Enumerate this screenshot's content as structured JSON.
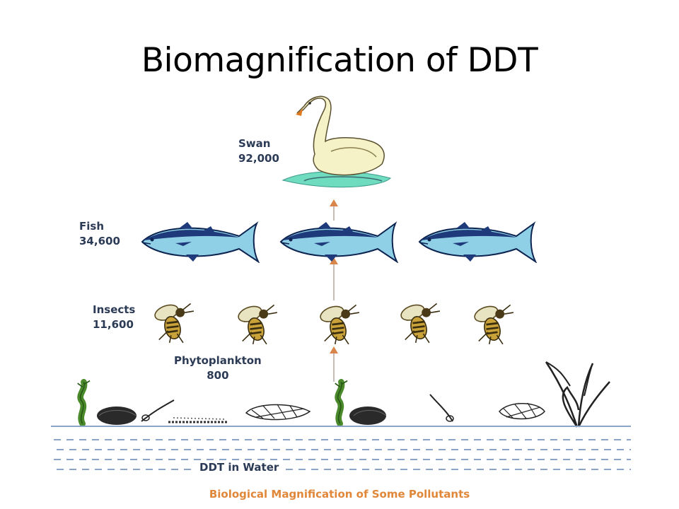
{
  "title": "Biomagnification of DDT",
  "levels": {
    "swan": {
      "name": "Swan",
      "value": "92,000"
    },
    "fish": {
      "name": "Fish",
      "value": "34,600"
    },
    "insects": {
      "name": "Insects",
      "value": "11,600"
    },
    "phytoplankton": {
      "name": "Phytoplankton",
      "value": "800"
    }
  },
  "water_label": "DDT in Water",
  "caption": "Biological Magnification of Some Pollutants",
  "colors": {
    "label": "#2b3a55",
    "caption": "#e0873a",
    "arrow": "#d9864a",
    "fish_body": "#8fd0e6",
    "fish_back": "#1e3a7a",
    "swan": "#f6f2c8",
    "water_patch": "#6fdcc0",
    "insect": "#c9a23a"
  },
  "icons": [
    "swan-icon",
    "fish-icon",
    "insect-icon",
    "phytoplankton-icon",
    "seaweed-icon"
  ]
}
